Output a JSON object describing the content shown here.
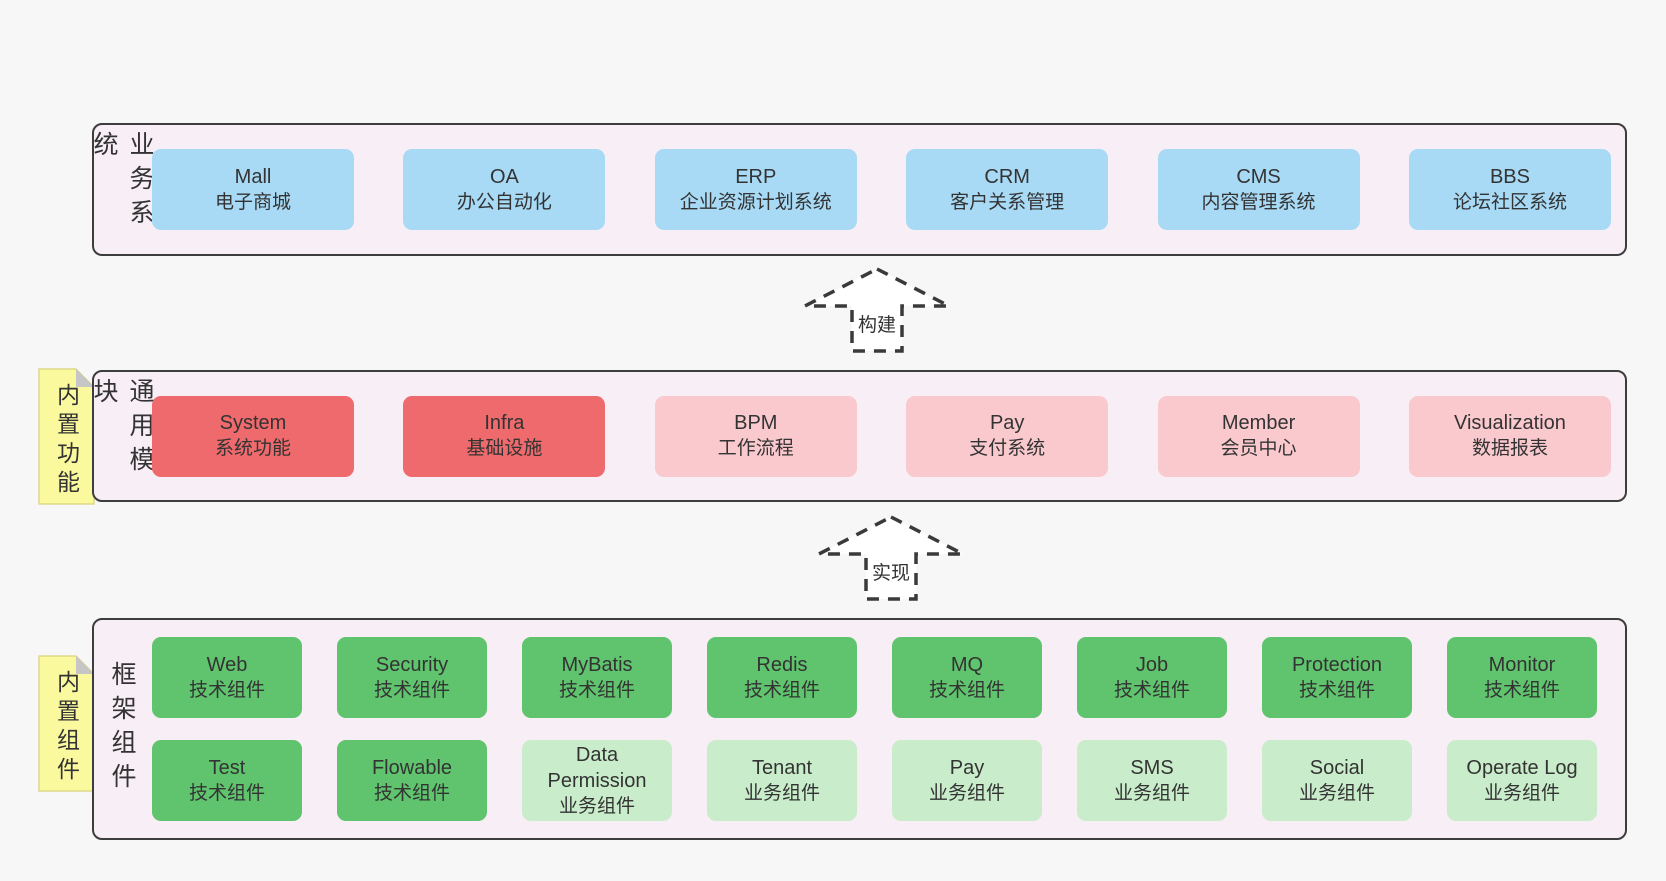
{
  "colors": {
    "page_bg": "#f7f7f7",
    "container_bg": "#f8eef6",
    "container_border": "#3d3d3d",
    "blue_box": "#a8daf6",
    "red_box": "#ef6a6c",
    "pink_box": "#fac9ce",
    "green_box": "#5fc46d",
    "light_green_box": "#c9ecca",
    "note_yellow": "#fbf99e",
    "text": "#333333"
  },
  "layers": [
    {
      "label": "业务系统",
      "boxes": [
        {
          "name": "Mall",
          "desc": "电子商城",
          "variant": "blue"
        },
        {
          "name": "OA",
          "desc": "办公自动化",
          "variant": "blue"
        },
        {
          "name": "ERP",
          "desc": "企业资源计划系统",
          "variant": "blue"
        },
        {
          "name": "CRM",
          "desc": "客户关系管理",
          "variant": "blue"
        },
        {
          "name": "CMS",
          "desc": "内容管理系统",
          "variant": "blue"
        },
        {
          "name": "BBS",
          "desc": "论坛社区系统",
          "variant": "blue"
        }
      ]
    },
    {
      "label": "通用模块",
      "tag": "内置功能",
      "boxes": [
        {
          "name": "System",
          "desc": "系统功能",
          "variant": "red"
        },
        {
          "name": "Infra",
          "desc": "基础设施",
          "variant": "red"
        },
        {
          "name": "BPM",
          "desc": "工作流程",
          "variant": "pink"
        },
        {
          "name": "Pay",
          "desc": "支付系统",
          "variant": "pink"
        },
        {
          "name": "Member",
          "desc": "会员中心",
          "variant": "pink"
        },
        {
          "name": "Visualization",
          "desc": "数据报表",
          "variant": "pink"
        }
      ]
    },
    {
      "label": "框架组件",
      "tag": "内置组件",
      "row1": [
        {
          "name": "Web",
          "desc": "技术组件",
          "variant": "green"
        },
        {
          "name": "Security",
          "desc": "技术组件",
          "variant": "green"
        },
        {
          "name": "MyBatis",
          "desc": "技术组件",
          "variant": "green"
        },
        {
          "name": "Redis",
          "desc": "技术组件",
          "variant": "green"
        },
        {
          "name": "MQ",
          "desc": "技术组件",
          "variant": "green"
        },
        {
          "name": "Job",
          "desc": "技术组件",
          "variant": "green"
        },
        {
          "name": "Protection",
          "desc": "技术组件",
          "variant": "green"
        },
        {
          "name": "Monitor",
          "desc": "技术组件",
          "variant": "green"
        }
      ],
      "row2": [
        {
          "name": "Test",
          "desc": "技术组件",
          "variant": "green"
        },
        {
          "name": "Flowable",
          "desc": "技术组件",
          "variant": "green"
        },
        {
          "name": "Data Permission",
          "desc": "业务组件",
          "variant": "light-green"
        },
        {
          "name": "Tenant",
          "desc": "业务组件",
          "variant": "light-green"
        },
        {
          "name": "Pay",
          "desc": "业务组件",
          "variant": "light-green"
        },
        {
          "name": "SMS",
          "desc": "业务组件",
          "variant": "light-green"
        },
        {
          "name": "Social",
          "desc": "业务组件",
          "variant": "light-green"
        },
        {
          "name": "Operate Log",
          "desc": "业务组件",
          "variant": "light-green"
        }
      ]
    }
  ],
  "arrows": [
    {
      "label": "构建"
    },
    {
      "label": "实现"
    }
  ]
}
